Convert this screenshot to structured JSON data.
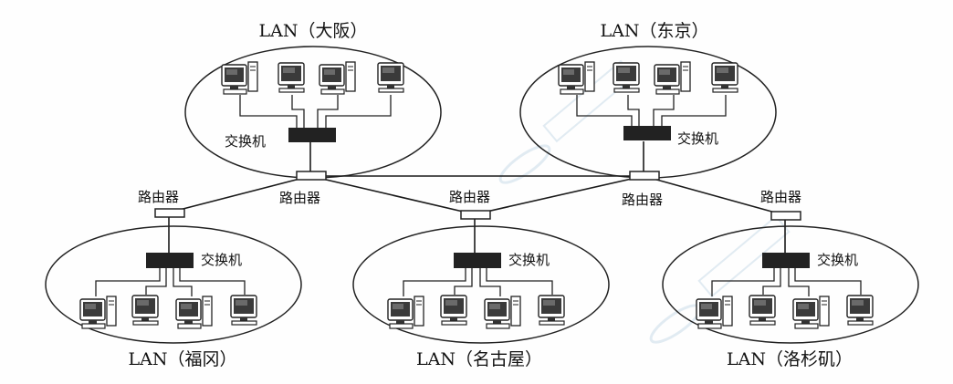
{
  "lans": [
    {
      "id": "osaka",
      "title": "LAN（大阪）",
      "switch_label": "交换机"
    },
    {
      "id": "tokyo",
      "title": "LAN（东京）",
      "switch_label": "交换机"
    },
    {
      "id": "fukuoka",
      "title": "LAN（福冈）",
      "switch_label": "交换机"
    },
    {
      "id": "nagoya",
      "title": "LAN（名古屋）",
      "switch_label": "交换机"
    },
    {
      "id": "la",
      "title": "LAN（洛杉矶）",
      "switch_label": "交换机"
    }
  ],
  "routers": [
    {
      "id": "r-fukuoka",
      "label": "路由器"
    },
    {
      "id": "r-osaka",
      "label": "路由器"
    },
    {
      "id": "r-nagoya",
      "label": "路由器"
    },
    {
      "id": "r-tokyo",
      "label": "路由器"
    },
    {
      "id": "r-la",
      "label": "路由器"
    }
  ],
  "colors": {
    "line": "#1a1a1a",
    "switch": "#222222",
    "router_fill": "#ffffff",
    "monitor": "#333333",
    "watermark": "#c9dbe8"
  }
}
